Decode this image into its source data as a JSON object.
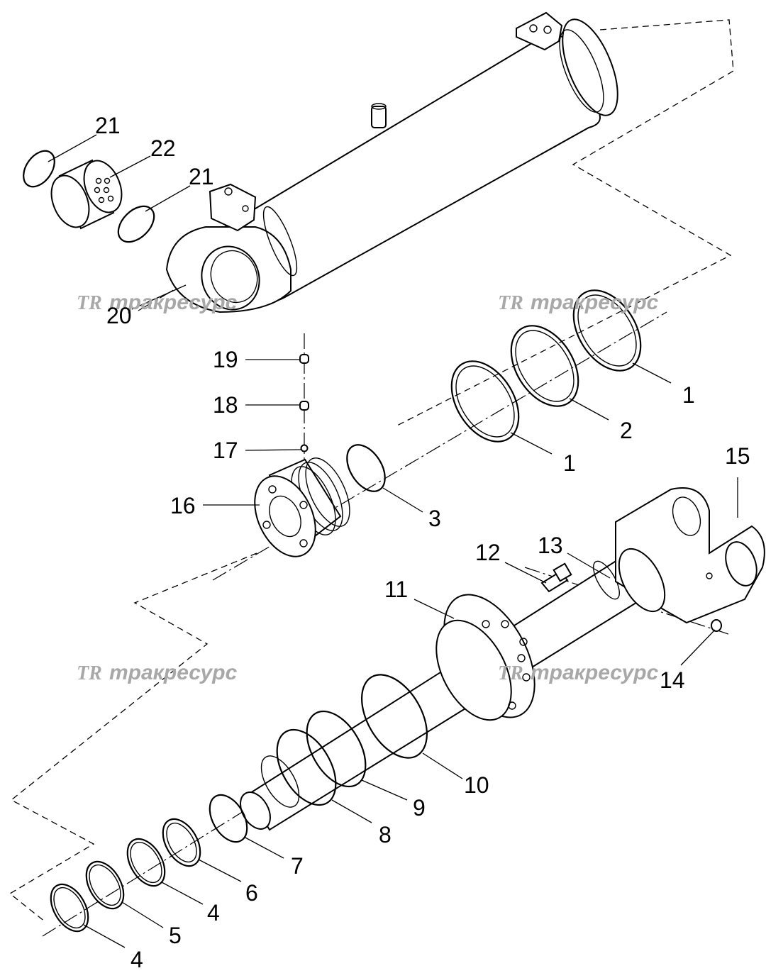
{
  "watermark": {
    "logo": "TR",
    "text": "тракресурс"
  },
  "callouts": [
    {
      "id": "c21a",
      "label": "21"
    },
    {
      "id": "c22",
      "label": "22"
    },
    {
      "id": "c21b",
      "label": "21"
    },
    {
      "id": "c20",
      "label": "20"
    },
    {
      "id": "c19",
      "label": "19"
    },
    {
      "id": "c18",
      "label": "18"
    },
    {
      "id": "c17",
      "label": "17"
    },
    {
      "id": "c16",
      "label": "16"
    },
    {
      "id": "c1a",
      "label": "1"
    },
    {
      "id": "c2",
      "label": "2"
    },
    {
      "id": "c1b",
      "label": "1"
    },
    {
      "id": "c3",
      "label": "3"
    },
    {
      "id": "c15",
      "label": "15"
    },
    {
      "id": "c12",
      "label": "12"
    },
    {
      "id": "c13",
      "label": "13"
    },
    {
      "id": "c11",
      "label": "11"
    },
    {
      "id": "c14",
      "label": "14"
    },
    {
      "id": "c10",
      "label": "10"
    },
    {
      "id": "c9",
      "label": "9"
    },
    {
      "id": "c8",
      "label": "8"
    },
    {
      "id": "c7",
      "label": "7"
    },
    {
      "id": "c6",
      "label": "6"
    },
    {
      "id": "c4a",
      "label": "4"
    },
    {
      "id": "c5",
      "label": "5"
    },
    {
      "id": "c4b",
      "label": "4"
    }
  ]
}
